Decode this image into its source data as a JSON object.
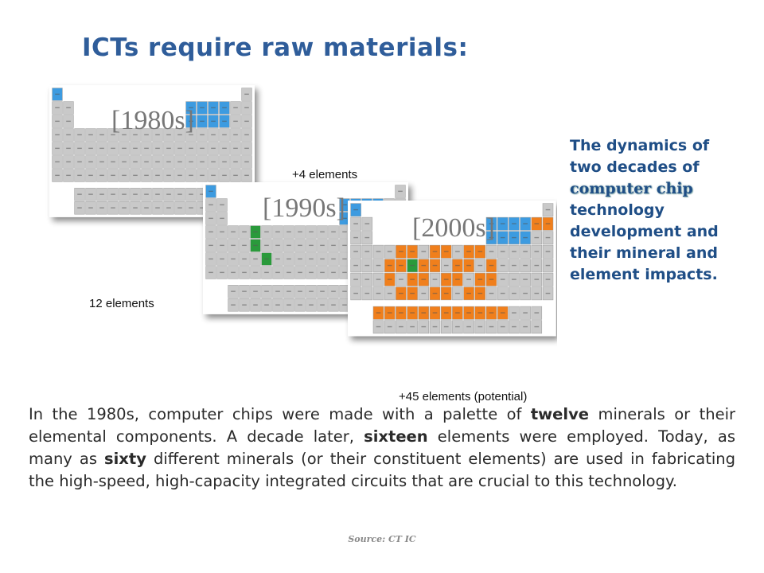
{
  "title": "ICTs require raw materials:",
  "figure": {
    "label_1980s": "[1980s]",
    "label_1990s": "[1990s]",
    "label_2000s": "[2000s]",
    "count_1980s": "12 elements",
    "count_1990s": "+4 elements",
    "count_2000s": "+45 elements (potential)",
    "colors": {
      "gray": "#c9c9c9",
      "blue": "#3d9be0",
      "green": "#2c9a3a",
      "orange": "#f07f1c"
    }
  },
  "side_note": {
    "line1": "The dynamics of two decades of ",
    "highlight": "computer chip",
    "line2": " technology development and their mineral and element impacts."
  },
  "body": {
    "p1": "In the 1980s, computer chips were made with a palette of ",
    "b1": "twelve",
    "p2": " minerals or their elemental components. A decade later, ",
    "b2": "sixteen",
    "p3": " elements were employed. Today, as many as ",
    "b3": "sixty",
    "p4": " different minerals (or their constituent elements) are used in fabricating the high-speed, high-capacity integrated circuits that are crucial to this technology."
  },
  "source": "Source: CT IC"
}
